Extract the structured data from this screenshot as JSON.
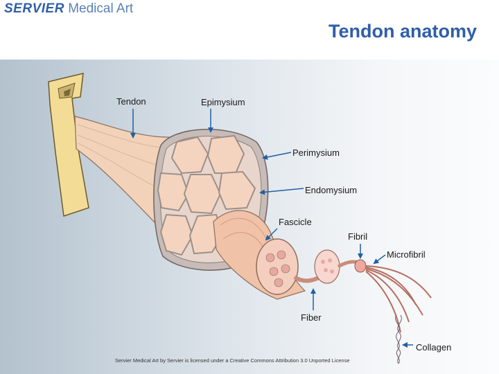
{
  "header": {
    "logo_brand": "SERVIER",
    "logo_rest": " Medical Art",
    "title": "Tendon anatomy"
  },
  "labels": {
    "tendon": "Tendon",
    "epimysium": "Epimysium",
    "perimysium": "Perimysium",
    "endomysium": "Endomysium",
    "fascicle": "Fascicle",
    "fibril": "Fibril",
    "microfibril": "Microfibril",
    "fiber": "Fiber",
    "collagen": "Collagen"
  },
  "footer": {
    "credit": "Servier Medical Art by Servier is licensed under a Creative Commons Attribution 3.0 Unported License"
  },
  "colors": {
    "title_blue": "#2f5ea8",
    "arrow_blue": "#1f5fa6",
    "bone": "#f3dd96",
    "tissue": "#f2d2b8",
    "fascicle_fill": "#f5d4bf",
    "perimysium": "#9c8f8a"
  }
}
